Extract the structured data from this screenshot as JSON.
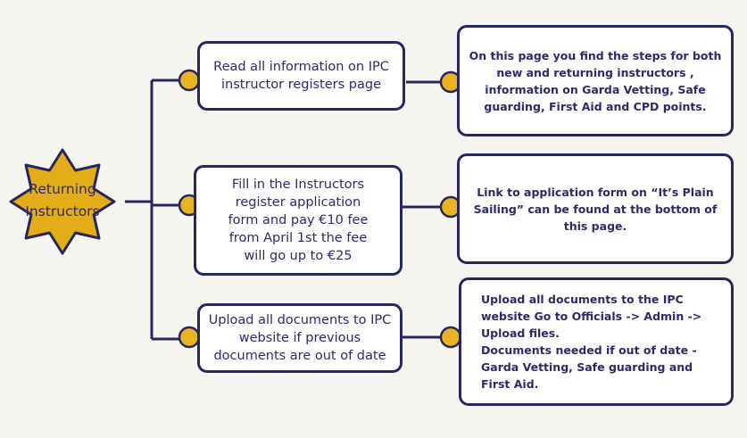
{
  "hub": {
    "label": "Returning\nInstructors"
  },
  "steps": [
    {
      "text": "Read all information on IPC\ninstructor registers page",
      "detail": "On this page you find the steps for both\nnew and returning instructors ,\ninformation on Garda Vetting, Safe\nguarding, First Aid and CPD points."
    },
    {
      "text": "Fill in the Instructors\nregister application\nform and pay €10 fee\nfrom April 1st the fee\nwill go up to €25",
      "detail": "Link to application form on “It’s Plain\nSailing” can be found at the bottom of\nthis page."
    },
    {
      "text": "Upload all documents to IPC\nwebsite if previous\ndocuments are out of date",
      "detail": "Upload all documents to the IPC\nwebsite Go to Officials -> Admin ->\nUpload files.\nDocuments needed if out of date -\nGarda Vetting, Safe guarding and\nFirst Aid."
    }
  ],
  "colors": {
    "hub_fill": "#e3ad18",
    "connector_dot": "#e8b424",
    "border": "#27275e",
    "text": "#2c2a6b",
    "background": "#f5f4f1"
  }
}
